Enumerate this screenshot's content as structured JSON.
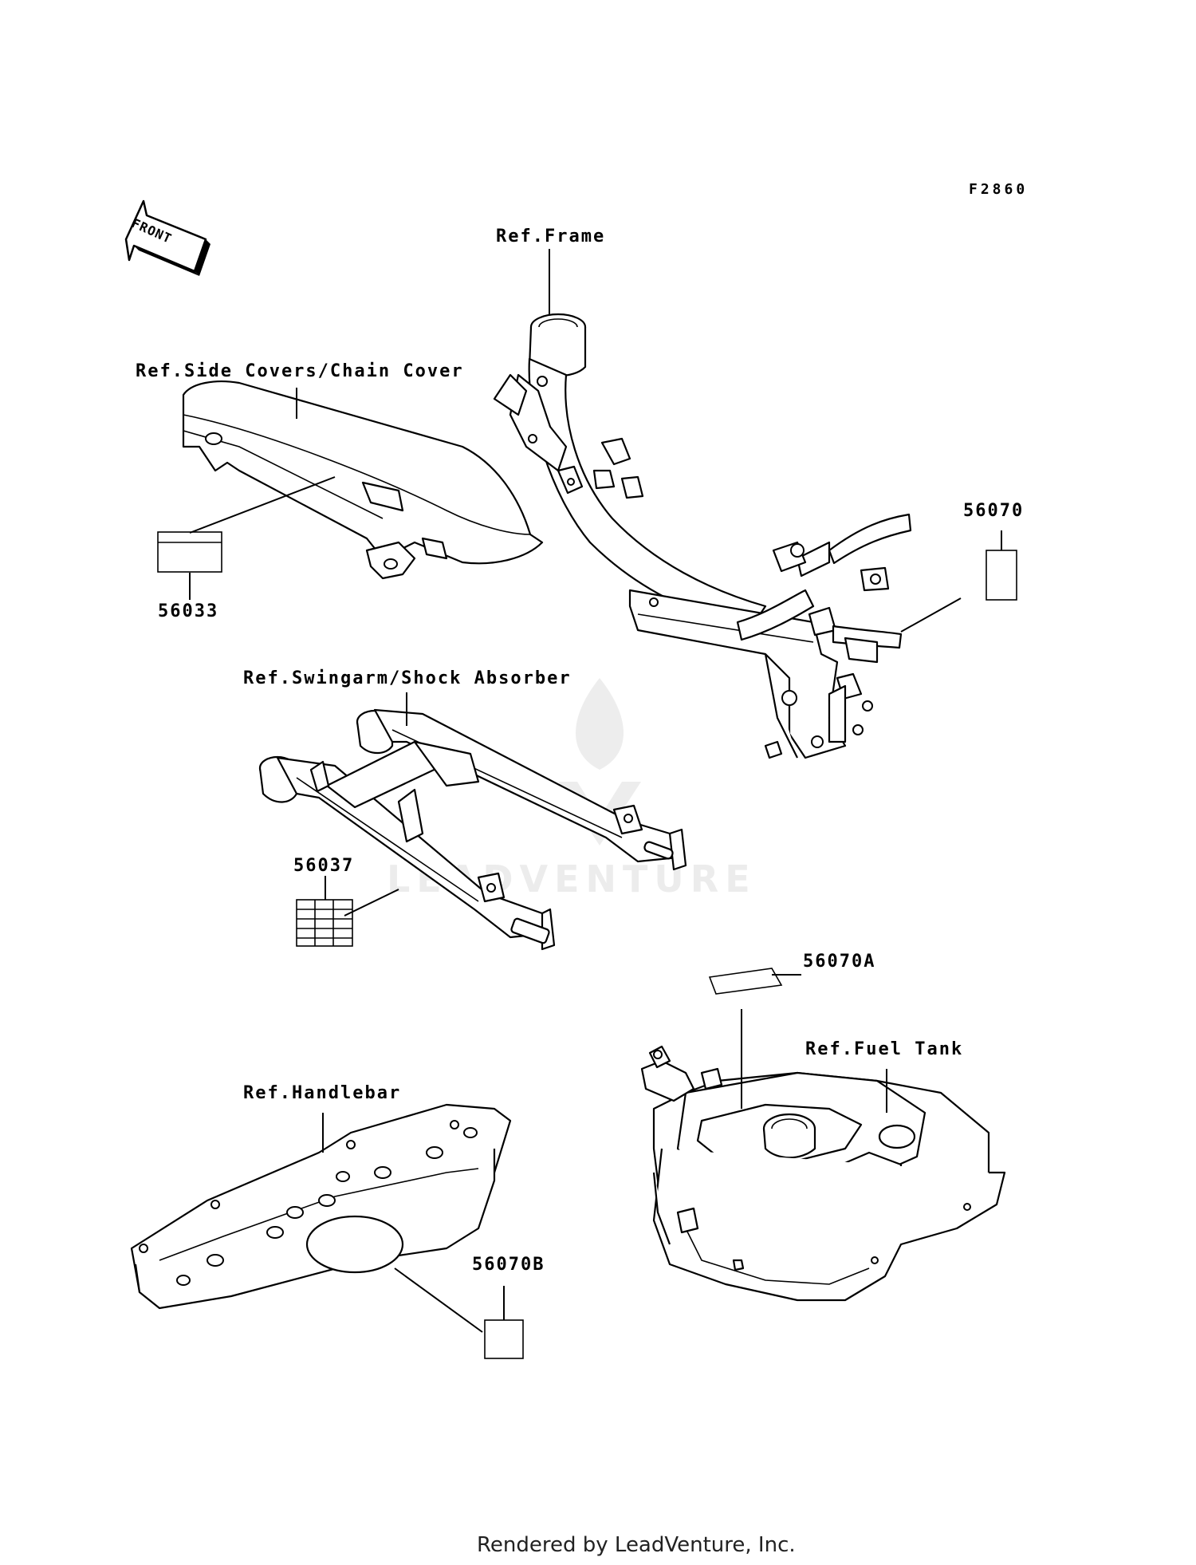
{
  "diagram_code": "F2860",
  "front_arrow": {
    "text": "FRONT",
    "icon": "front-arrow-icon"
  },
  "refs": {
    "frame": "Ref.Frame",
    "side_covers": "Ref.Side Covers/Chain Cover",
    "swingarm": "Ref.Swingarm/Shock Absorber",
    "handlebar": "Ref.Handlebar",
    "fuel_tank": "Ref.Fuel Tank"
  },
  "parts": {
    "p56070": "56070",
    "p56033": "56033",
    "p56037": "56037",
    "p56070A": "56070A",
    "p56070B": "56070B"
  },
  "watermark": "LEADVENTURE",
  "footer": "Rendered by LeadVenture, Inc."
}
